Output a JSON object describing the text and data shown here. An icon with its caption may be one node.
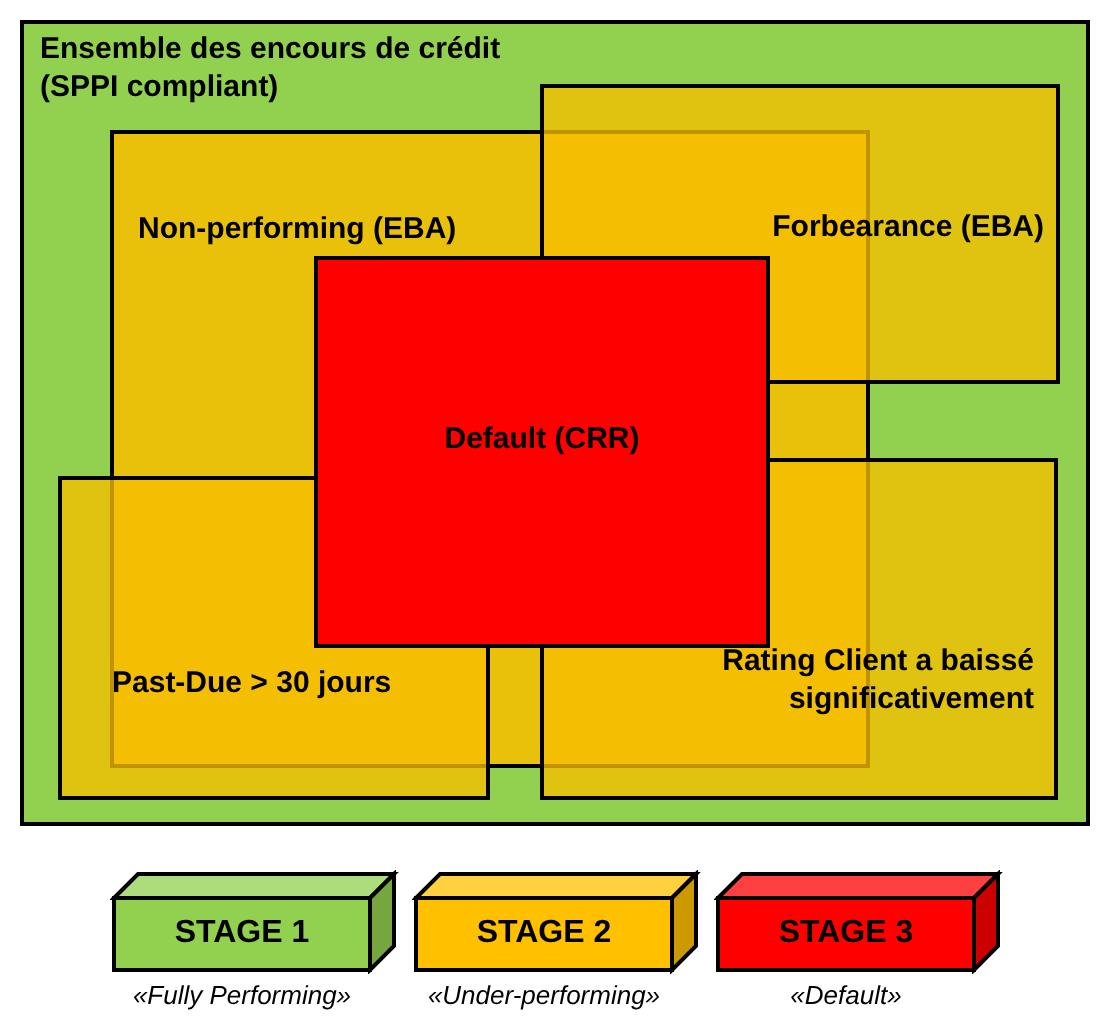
{
  "diagram": {
    "nodes": [
      {
        "text": [
          "Ensemble des encours de crédit (SPPI compliant)"
        ]
      },
      {
        "text": [
          "Non-performing (EBA)"
        ],
        "in": 0
      },
      {
        "text": [
          "Forbearance (EBA)"
        ],
        "in": 0
      },
      {
        "text": [
          "Past-Due > 30 jours"
        ],
        "in": 0
      },
      {
        "text": [
          "Rating Client a baissé significativement"
        ],
        "in": 0
      },
      {
        "text": [
          "Default (CRR)"
        ],
        "in": 1
      }
    ],
    "labels": [
      "«Fully Performing»",
      "«Under-performing»",
      "«Default»"
    ],
    "legend": [
      {
        "text": "STAGE 1",
        "color": "#92d050"
      },
      {
        "text": "STAGE 2",
        "color": "#ffc000"
      },
      {
        "text": "STAGE 3",
        "color": "#ff0000"
      }
    ]
  }
}
